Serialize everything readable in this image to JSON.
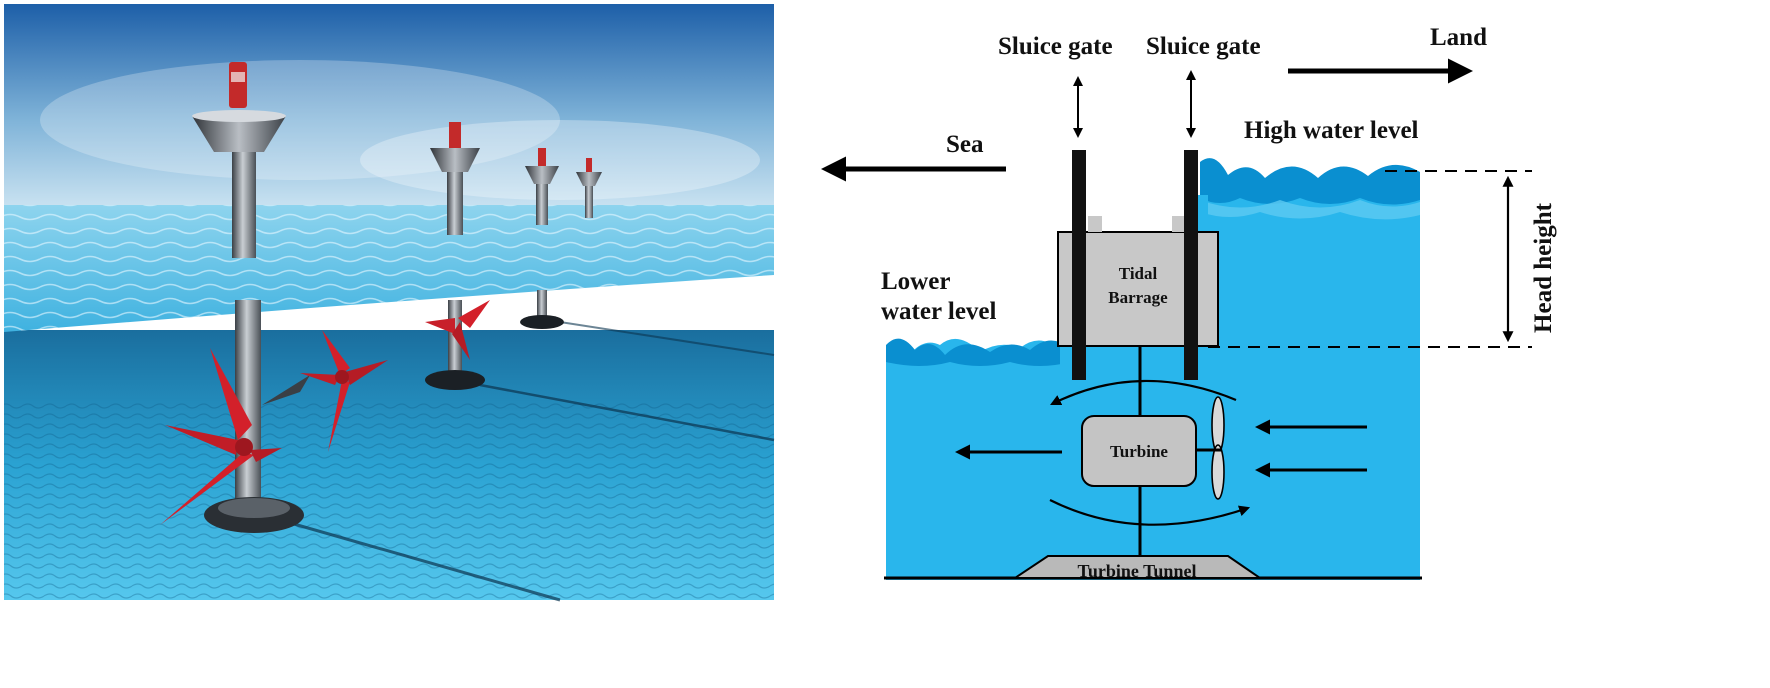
{
  "labels": {
    "sluice_gate_left": "Sluice gate",
    "sluice_gate_right": "Sluice gate",
    "land": "Land",
    "sea": "Sea",
    "high_water_level": "High water level",
    "lower_water_line1": "Lower",
    "lower_water_line2": "water level",
    "head_height": "Head height",
    "tidal_barrage_line1": "Tidal",
    "tidal_barrage_line2": "Barrage",
    "turbine": "Turbine",
    "turbine_tunnel": "Turbine Tunnel"
  },
  "colors": {
    "water": "#29b6ec",
    "water_dark": "#0a8fd0",
    "wave_light": "#5ccaf2",
    "barrage_fill": "#c8c8c8",
    "turbine_fill": "#c4c4c4",
    "rotor_red": "#d3202a",
    "sky_top": "#1d5fa8",
    "seabed": "#1f6f9e"
  }
}
